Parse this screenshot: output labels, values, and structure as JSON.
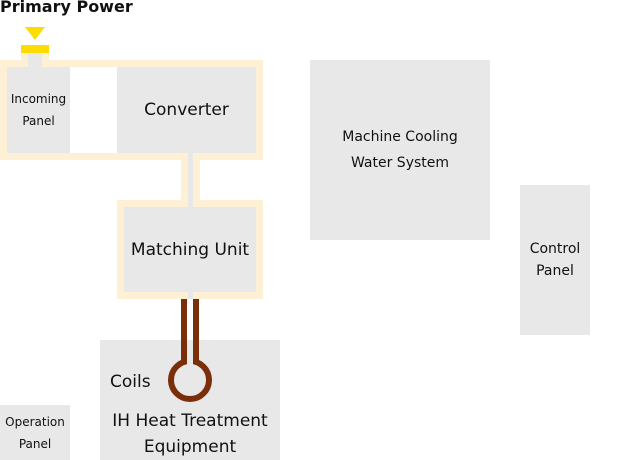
{
  "title": "Primary Power",
  "colors": {
    "frame": "#fdf0d5",
    "box": "#e8e8e8",
    "power": "#ffdc00",
    "coil": "#7a2e0a"
  },
  "components": {
    "incoming_panel": {
      "line1": "Incoming",
      "line2": "Panel"
    },
    "converter": {
      "label": "Converter"
    },
    "matching_unit": {
      "label": "Matching Unit"
    },
    "cooling": {
      "line1": "Machine Cooling",
      "line2": "Water System"
    },
    "control_panel": {
      "line1": "Control",
      "line2": "Panel"
    },
    "coils": {
      "label": "Coils"
    },
    "equipment": {
      "line1": "IH Heat Treatment",
      "line2": "Equipment"
    },
    "operation_panel": {
      "line1": "Operation",
      "line2": "Panel"
    }
  }
}
